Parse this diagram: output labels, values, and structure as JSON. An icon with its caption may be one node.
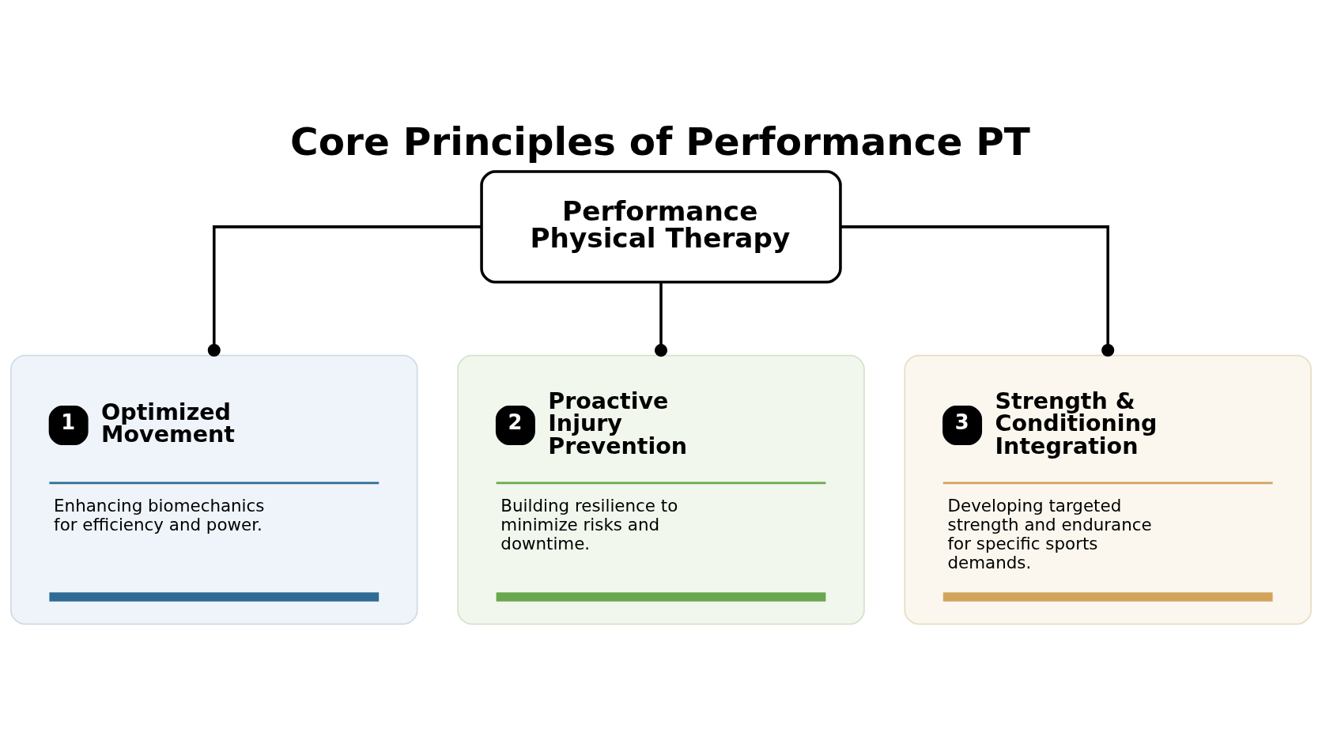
{
  "diagram": {
    "title": "Core Principles of Performance PT",
    "nodes": [
      {
        "text": [
          "Performance Physical Therapy"
        ]
      },
      {
        "text": [
          "1",
          "Optimized Movement",
          "Enhancing biomechanics for efficiency and power."
        ]
      },
      {
        "text": [
          "2",
          "Proactive Injury Prevention",
          "Building resilience to minimize risks and downtime."
        ]
      },
      {
        "text": [
          "3",
          "Strength & Conditioning Integration",
          "Developing targeted strength and endurance for specific sports demands."
        ]
      }
    ],
    "edges": [
      {
        "from": 0,
        "to": 1,
        "arrow": "other"
      },
      {
        "from": 0,
        "to": 2,
        "arrow": "other"
      },
      {
        "from": 0,
        "to": 3,
        "arrow": "other"
      }
    ]
  }
}
